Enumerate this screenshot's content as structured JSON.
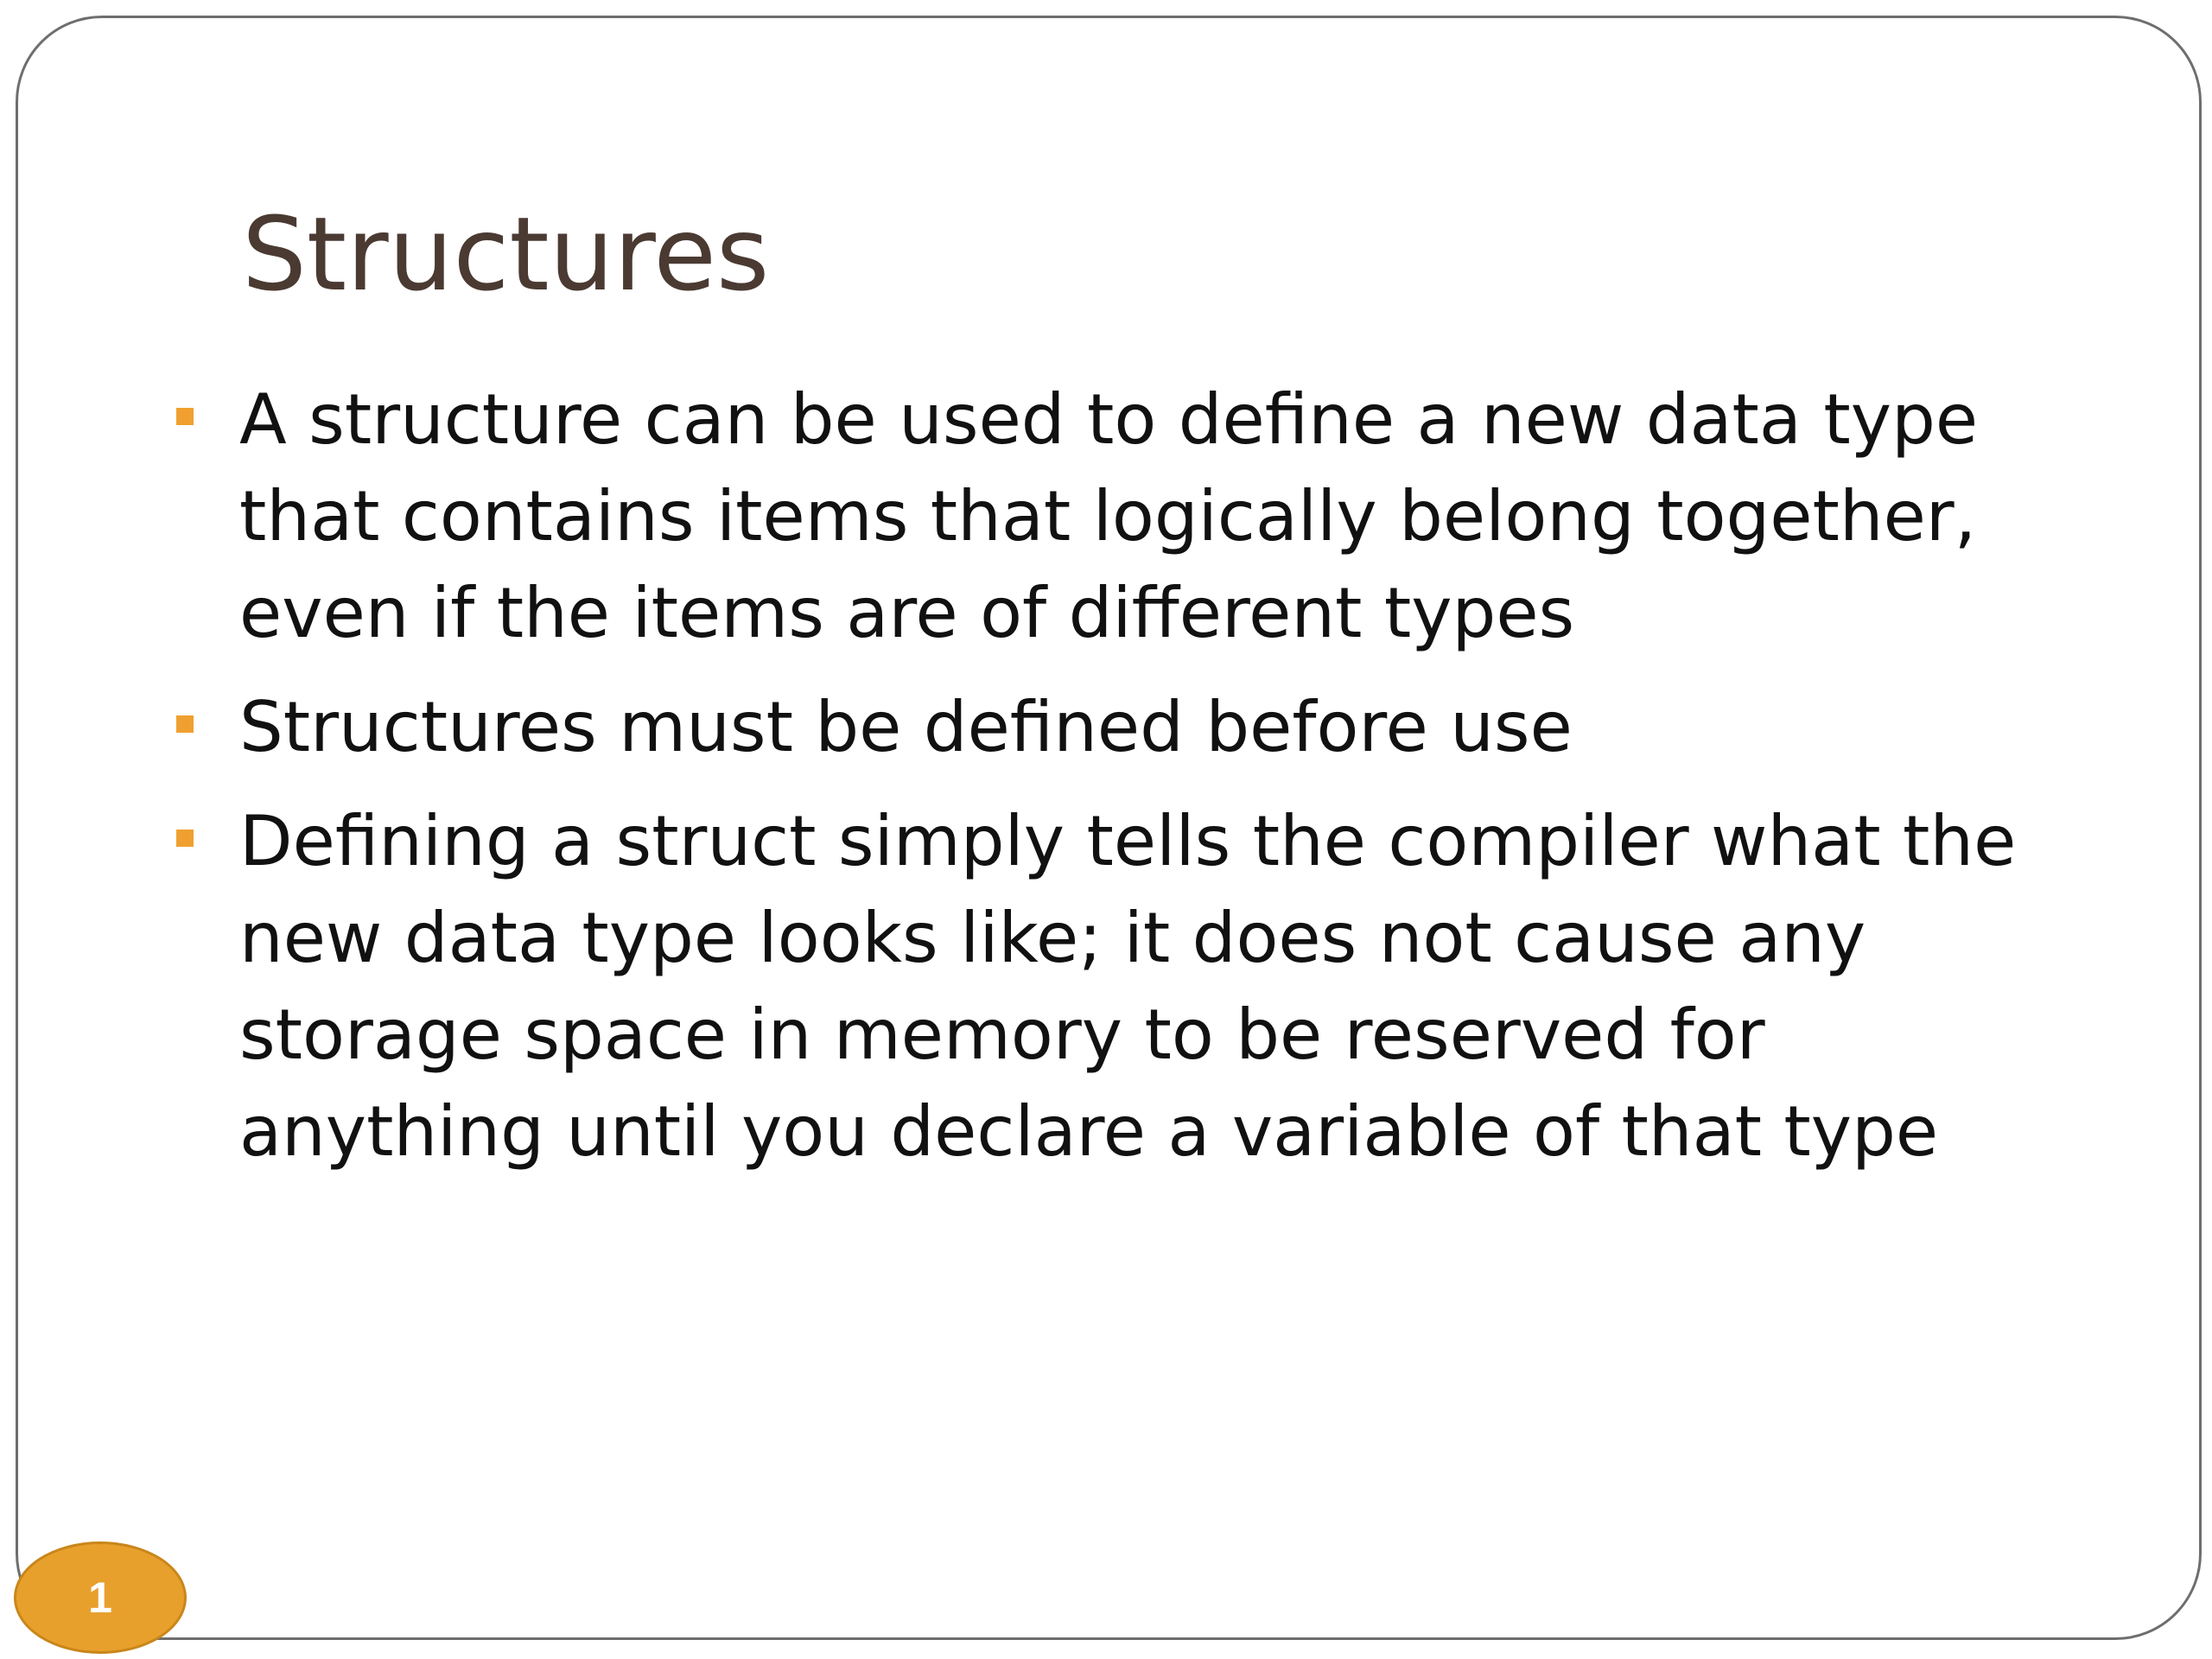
{
  "slide": {
    "title": "Structures",
    "bullets": [
      {
        "text": "A structure can be used to define a new data type that contains items that logically belong together, even if the items are of different types"
      },
      {
        "text": "Structures must be defined before use"
      },
      {
        "text": "Defining a struct simply tells the compiler what the new data type looks like; it does not cause any storage space in memory to be reserved for anything until you declare a variable of that type"
      }
    ],
    "page_number": "1"
  },
  "colors": {
    "title": "#4a3a32",
    "bullet_marker": "#f0a030",
    "page_badge": "#e8a02c"
  }
}
